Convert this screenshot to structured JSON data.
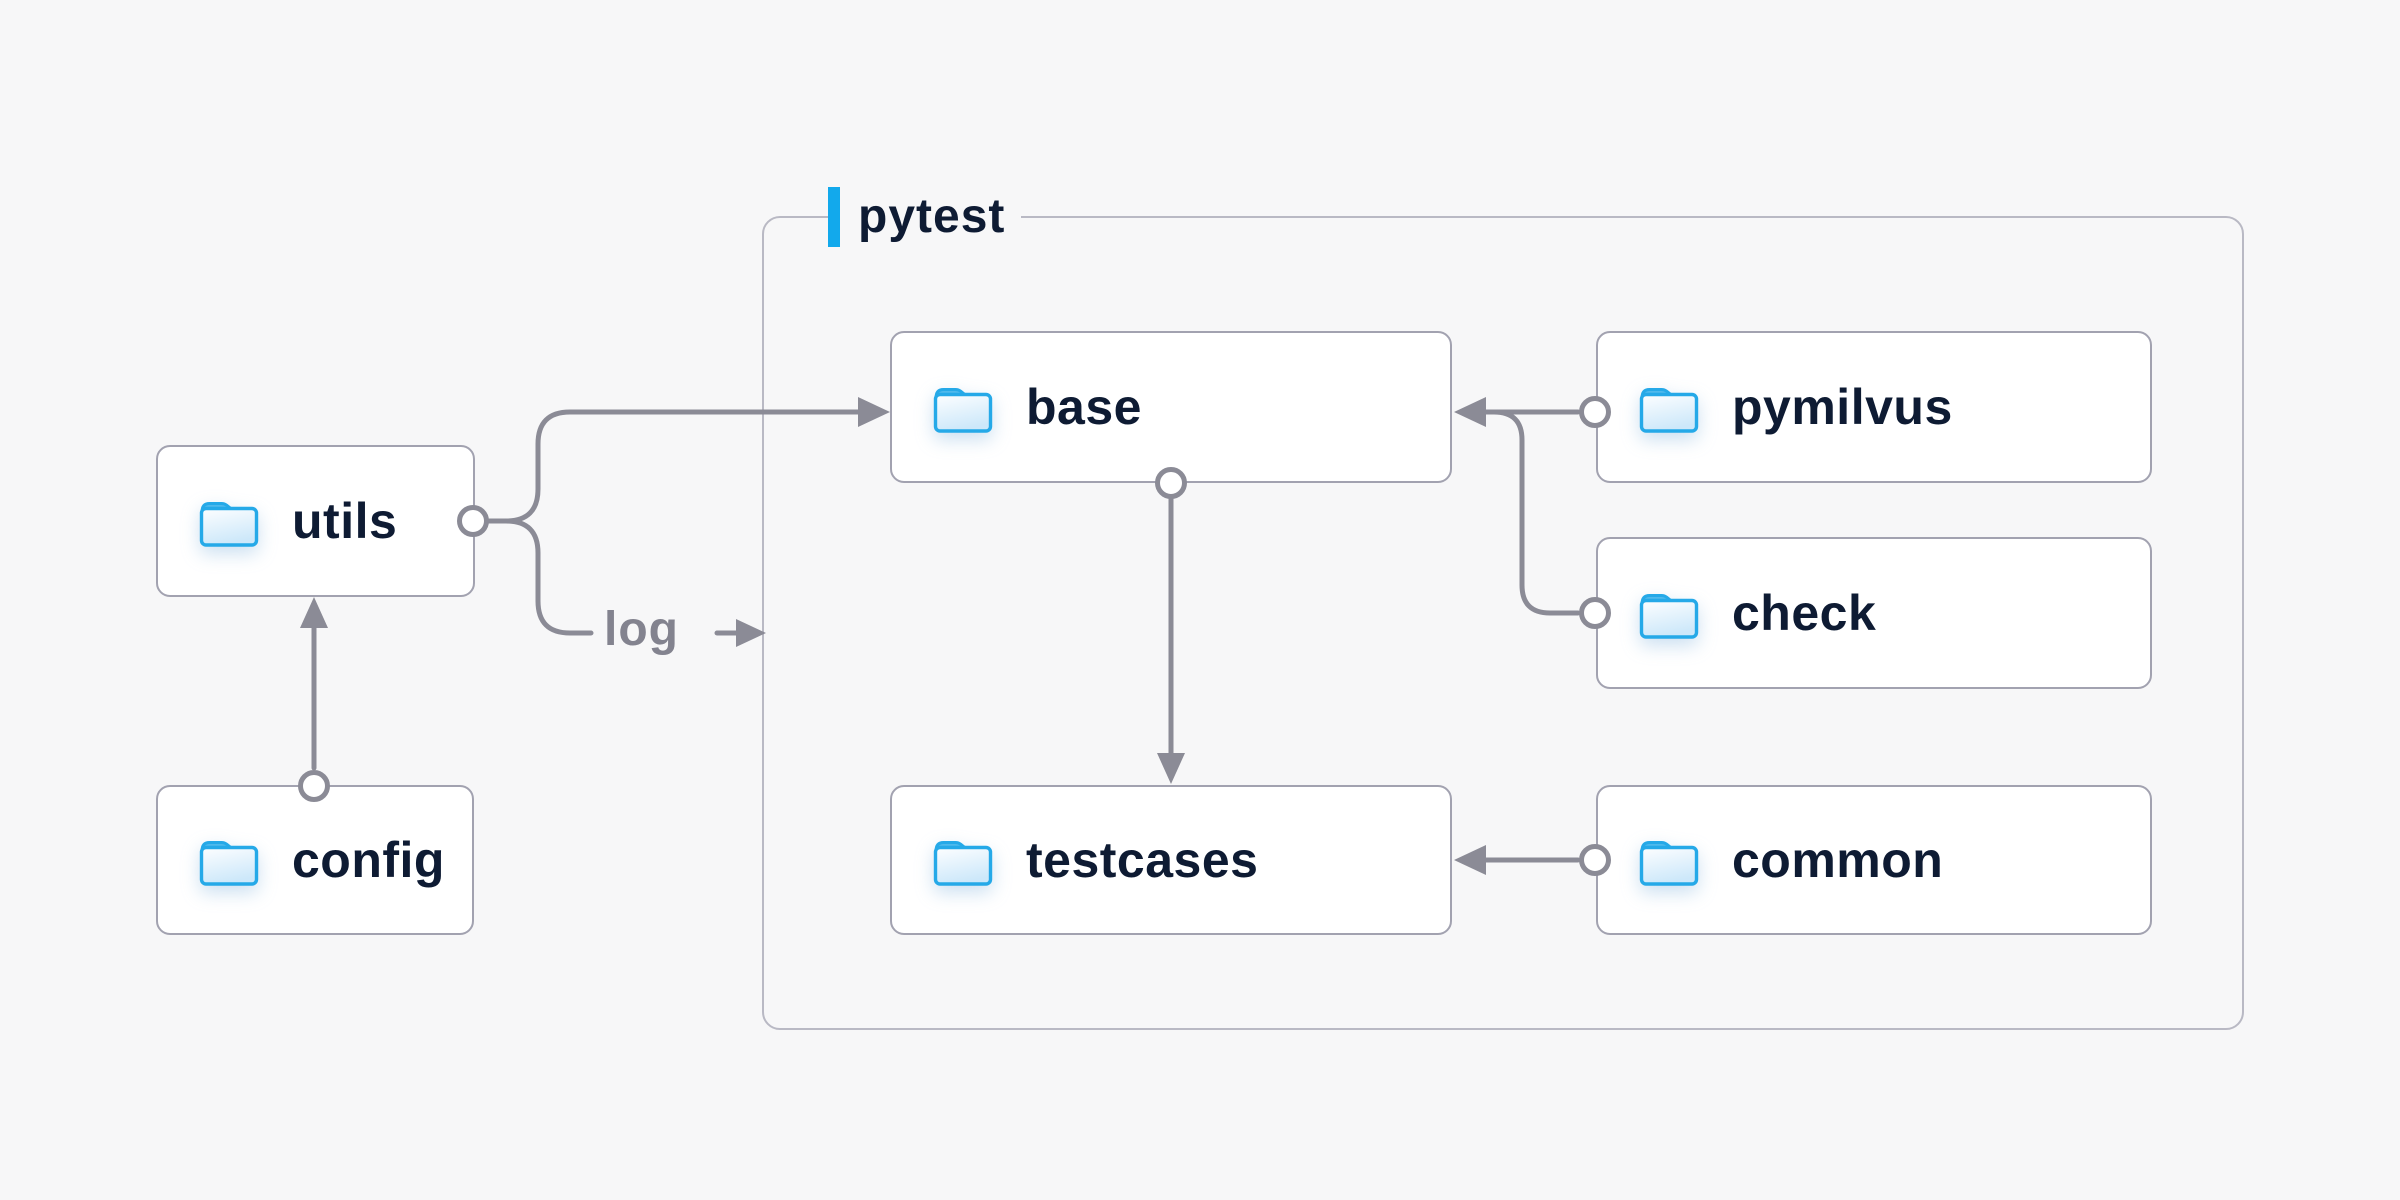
{
  "diagram": {
    "group": {
      "label": "pytest"
    },
    "nodes": [
      {
        "id": "utils",
        "label": "utils"
      },
      {
        "id": "config",
        "label": "config"
      },
      {
        "id": "base",
        "label": "base"
      },
      {
        "id": "pymilvus",
        "label": "pymilvus"
      },
      {
        "id": "check",
        "label": "check"
      },
      {
        "id": "testcases",
        "label": "testcases"
      },
      {
        "id": "common",
        "label": "common"
      }
    ],
    "edges": [
      {
        "from": "config",
        "to": "utils",
        "label": ""
      },
      {
        "from": "utils",
        "to": "base",
        "label": ""
      },
      {
        "from": "utils",
        "to": "log",
        "label": "log"
      },
      {
        "from": "pymilvus",
        "to": "base",
        "label": ""
      },
      {
        "from": "check",
        "to": "base",
        "label": ""
      },
      {
        "from": "base",
        "to": "testcases",
        "label": ""
      },
      {
        "from": "common",
        "to": "testcases",
        "label": ""
      }
    ],
    "colors": {
      "background": "#f7f7f8",
      "node_fill": "#ffffff",
      "node_border": "#a2a2b0",
      "group_border": "#b9b9c4",
      "wire": "#8b8b96",
      "text": "#0e1b33",
      "accent_blue": "#12a9ec",
      "folder_stroke": "#25a9e8",
      "folder_tab": "#4fb9ec",
      "log_text": "#83838f"
    }
  }
}
